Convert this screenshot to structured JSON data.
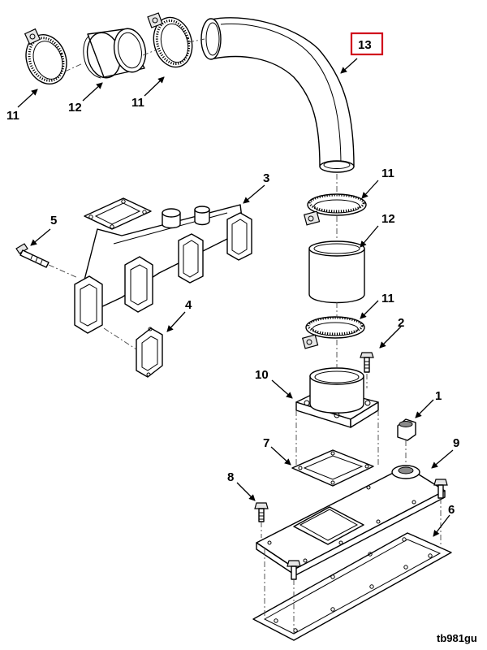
{
  "callouts": {
    "c1": "1",
    "c2": "2",
    "c3": "3",
    "c4": "4",
    "c5": "5",
    "c6": "6",
    "c7": "7",
    "c8": "8",
    "c9": "9",
    "c10": "10",
    "c11_top_left": "11",
    "c12_top": "12",
    "c11_top_mid": "11",
    "c13": "13",
    "c11_right_upper": "11",
    "c12_right": "12",
    "c11_right_lower": "11"
  },
  "highlighted_callout": "13",
  "highlight_color": "#d0021b",
  "figure_ref": "tb981gu"
}
